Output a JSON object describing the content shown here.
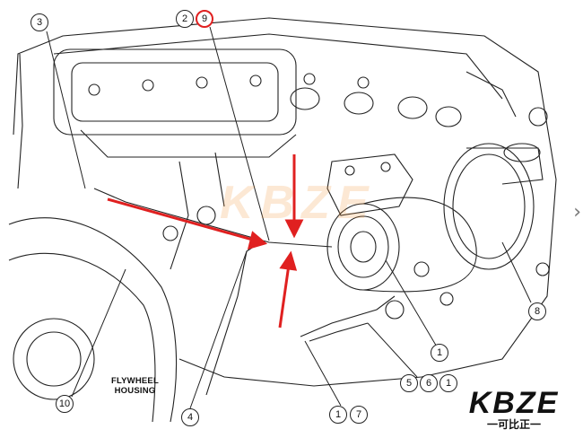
{
  "diagram": {
    "housing_label": [
      "FLYWHEEL",
      "HOUSING"
    ],
    "callouts": [
      {
        "id": "c3",
        "label": "3"
      },
      {
        "id": "c2",
        "label": "2"
      },
      {
        "id": "c9",
        "label": "9",
        "highlight": true
      },
      {
        "id": "c10",
        "label": "10"
      },
      {
        "id": "c4",
        "label": "4"
      },
      {
        "id": "c1a",
        "label": "1"
      },
      {
        "id": "c7a",
        "label": "7"
      },
      {
        "id": "c5",
        "label": "5"
      },
      {
        "id": "c6",
        "label": "6"
      },
      {
        "id": "c1b",
        "label": "1"
      },
      {
        "id": "c1c",
        "label": "1"
      },
      {
        "id": "c8",
        "label": "8"
      }
    ],
    "arrow_color": "#e02020"
  },
  "brand": {
    "logo_text": "KBZE",
    "logo_subtext": "一可比正一"
  },
  "watermark": "KBZE",
  "nav_icon": "chevron-right-icon"
}
